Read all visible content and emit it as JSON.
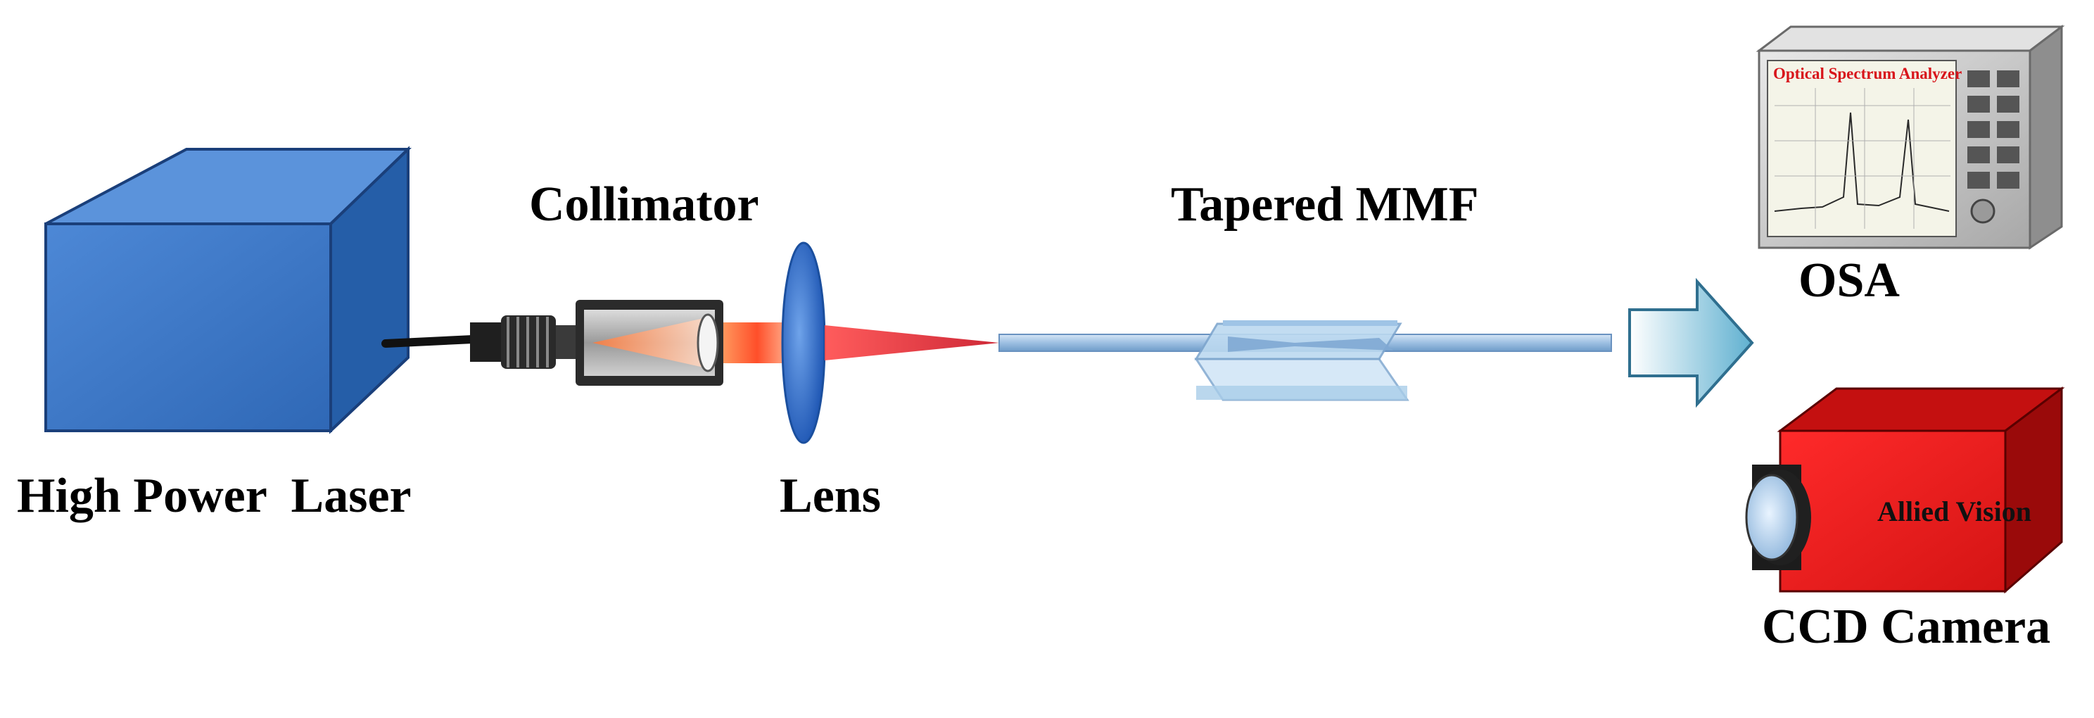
{
  "labels": {
    "laser": "High Power  Laser",
    "collimator": "Collimator",
    "lens": "Lens",
    "fiber": "Tapered MMF",
    "osa": "OSA",
    "camera": "CCD Camera"
  },
  "osa_screen": {
    "title": "Optical Spectrum Analyzer"
  },
  "camera_brand": "Allied Vision",
  "icons": {
    "laser": "laser-box-icon",
    "collimator": "collimator-icon",
    "lens": "lens-icon",
    "fiber": "tapered-fiber-icon",
    "arrow": "right-arrow-icon",
    "osa": "spectrum-analyzer-icon",
    "camera": "ccd-camera-icon"
  },
  "colors": {
    "laser": "#3d78c9",
    "beam": "#ff5a1e",
    "lens": "#2f6fd0",
    "fiber": "#a9c7e6",
    "camera": "#e01e1e",
    "arrow": "#7fc0d8"
  }
}
